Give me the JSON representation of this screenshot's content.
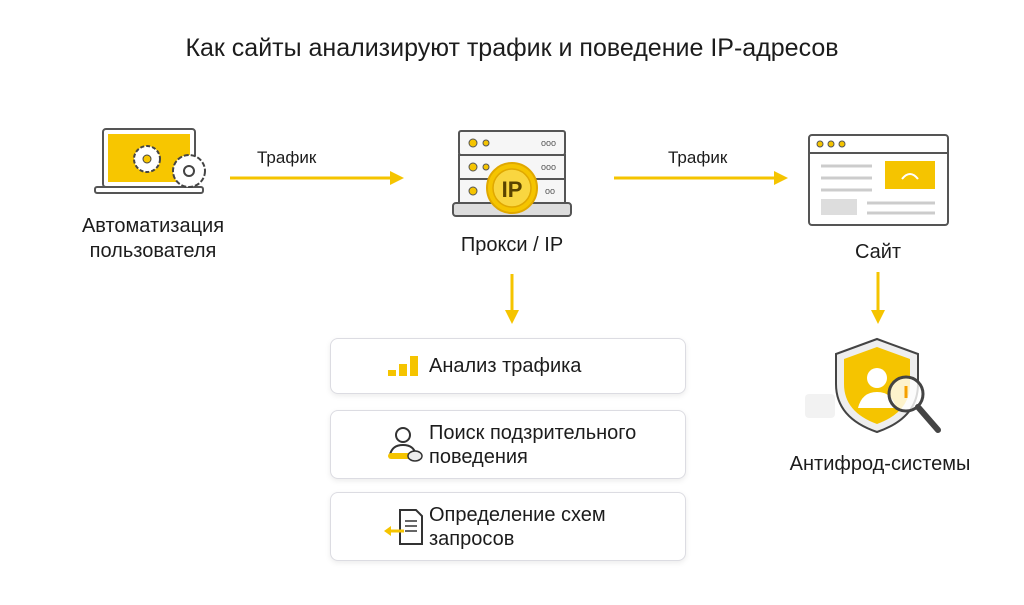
{
  "title": "Как сайты анализируют трафик и поведение IP-адресов",
  "nodes": {
    "user": {
      "label_line1": "Автоматизация",
      "label_line2": "пользователя",
      "icon": "laptop-gears-icon"
    },
    "proxy": {
      "label": "Прокси / IP",
      "badge": "IP",
      "icon": "server-icon"
    },
    "site": {
      "label": "Сайт",
      "icon": "browser-window-icon"
    },
    "antifraud": {
      "label": "Антифрод-системы",
      "icon": "shield-magnifier-icon"
    }
  },
  "arrows": {
    "a1": "Трафик",
    "a2": "Трафик"
  },
  "boxes": [
    {
      "line1": "Анализ трафика",
      "line2": "",
      "icon": "bar-chart-icon"
    },
    {
      "line1": "Поиск подзрительного",
      "line2": "поведения",
      "icon": "user-mouse-icon"
    },
    {
      "line1": "Определение схем",
      "line2": "запросов",
      "icon": "document-arrow-icon"
    }
  ],
  "colors": {
    "accent": "#f5c400",
    "stroke": "#444444"
  }
}
